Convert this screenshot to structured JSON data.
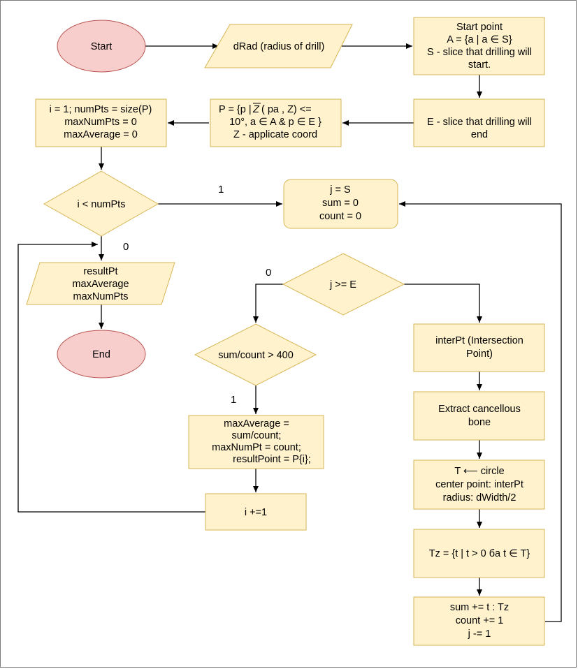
{
  "diagram": {
    "nodes": {
      "start": {
        "lines": [
          "Start"
        ]
      },
      "drad": {
        "lines": [
          "dRad (radius of drill)"
        ]
      },
      "startpoint": {
        "lines": [
          "Start point",
          "A = {a | a ∈ S}",
          "S - slice that drilling will",
          "start."
        ]
      },
      "endslice": {
        "lines": [
          "E - slice that drilling will",
          "end"
        ]
      },
      "pset": {
        "lines": [
          "P = {p |",
          "( pa , Z) <=",
          "10°, a ∈ A & p ∈ E }",
          "Z - applicate coord"
        ],
        "overline_symbol": "Z"
      },
      "init": {
        "lines": [
          "i = 1; numPts  = size(P)",
          "maxNumPts = 0",
          "maxAverage = 0"
        ]
      },
      "cond_i": {
        "lines": [
          "i < numPts"
        ]
      },
      "jinit": {
        "lines": [
          "j = S",
          "sum = 0",
          "count = 0"
        ]
      },
      "output": {
        "lines": [
          "resultPt",
          "maxAverage",
          "maxNumPts"
        ]
      },
      "end": {
        "lines": [
          "End"
        ]
      },
      "cond_j": {
        "lines": [
          "j >= E"
        ]
      },
      "cond_avg": {
        "lines": [
          "sum/count > 400"
        ]
      },
      "update": {
        "lines": [
          "maxAverage =",
          "sum/count;",
          "maxNumPt = count;",
          "resultPoint = P{i};"
        ]
      },
      "incr": {
        "lines": [
          "i +=1"
        ]
      },
      "interpt": {
        "lines": [
          "interPt (Intersection",
          "Point)"
        ]
      },
      "extract": {
        "lines": [
          "Extract cancellous",
          "bone"
        ]
      },
      "circle": {
        "lines": [
          "T ⟵ circle",
          "center point: interPt",
          "radius: dWidth/2"
        ]
      },
      "tz": {
        "lines": [
          "Tz = {t | t > 0 бa t ∈ T}"
        ]
      },
      "accum": {
        "lines": [
          "sum += t : Tz",
          "count += 1",
          "j -= 1"
        ]
      }
    },
    "edge_labels": {
      "i_true": "1",
      "i_false": "0",
      "j_false": "0",
      "avg_true": "1"
    }
  },
  "colors": {
    "process_fill": "#fff2cc",
    "process_stroke": "#d6b656",
    "terminal_fill": "#f8cecc",
    "terminal_stroke": "#b85450"
  }
}
